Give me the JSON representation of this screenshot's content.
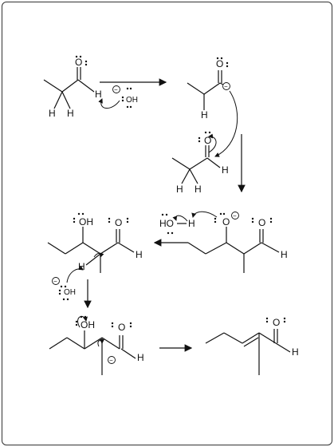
{
  "labels": {
    "o": "O",
    "h": "H",
    "oh": "OH",
    "ho": "HO",
    "minus": "−"
  },
  "colors": {
    "ink": "#111111",
    "background": "#ffffff",
    "frame": "#333333"
  }
}
